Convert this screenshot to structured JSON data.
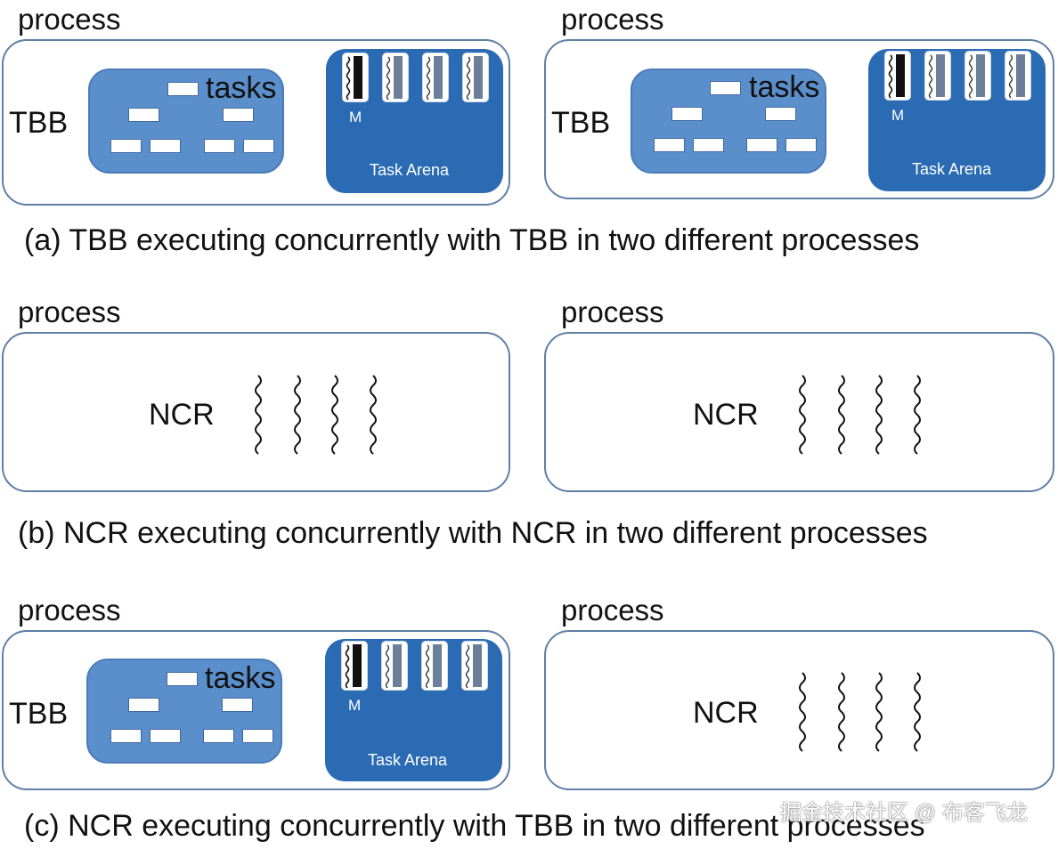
{
  "process_label": "process",
  "tbb_label": "TBB",
  "ncr_label": "NCR",
  "tasks_label": "tasks",
  "master_label": "M",
  "task_arena_label": "Task Arena",
  "captions": {
    "a": "(a) TBB executing concurrently with TBB in two different processes",
    "b": "(b) NCR executing concurrently with NCR in two different processes",
    "c": "(c) NCR executing concurrently with TBB in two different processes"
  },
  "watermark": "掘金技术社区 @ 布客飞龙",
  "colors": {
    "box_border": "#5f7fa6",
    "tasks_fill": "#5b8fcc",
    "arena_fill": "#2a6bb4"
  }
}
